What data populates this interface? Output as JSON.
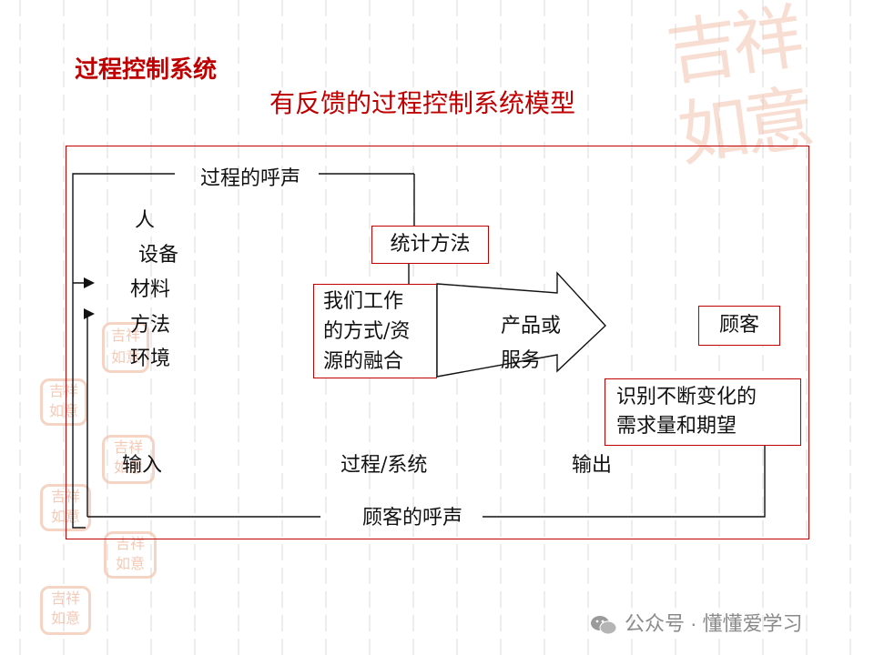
{
  "slide": {
    "title": "过程控制系统",
    "subtitle": "有反馈的过程控制系统模型"
  },
  "diagram": {
    "voice_of_process": "过程的呼声",
    "voice_of_customer": "顾客的呼声",
    "inputs": [
      "人",
      "设备",
      "材料",
      "方法",
      "环境"
    ],
    "statistical_method": "统计方法",
    "process_box": [
      "我们工作",
      "的方式/资",
      "源的融合"
    ],
    "product_label": [
      "产品或",
      "服务"
    ],
    "customer": "顾客",
    "needs_box": [
      "识别不断变化的",
      "需求量和期望"
    ],
    "bottom_labels": {
      "input": "输入",
      "process": "过程/系统",
      "output": "输出"
    }
  },
  "decor": {
    "seal_text": "吉祥如意",
    "accent_color": "#c00000",
    "seal_color": "#f1b89e"
  },
  "watermark": {
    "icon": "wechat-icon",
    "text": "公众号 · 懂懂爱学习"
  }
}
